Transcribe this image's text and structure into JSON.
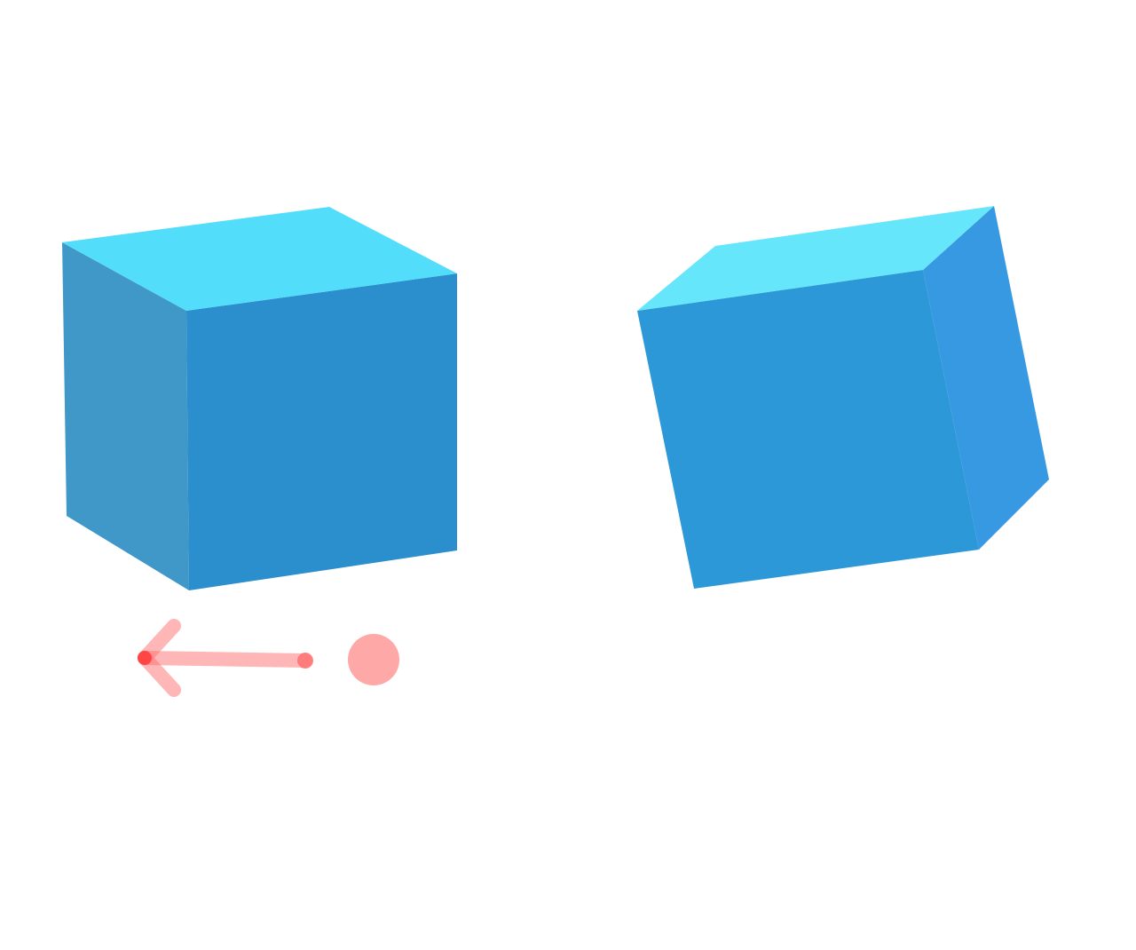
{
  "scene": {
    "background": "#ffffff",
    "cubes": [
      {
        "name": "left-cube",
        "colors": {
          "top": "#52DDFB",
          "left": "#4098C9",
          "front": "#2B8ECD"
        }
      },
      {
        "name": "right-cube",
        "colors": {
          "top": "#66E6FB",
          "front": "#2D98D8",
          "right": "#3899E3"
        }
      }
    ],
    "gesture": {
      "type": "swipe-left",
      "arrow_color": "#FF6E6E",
      "arrow_opacity": 0.5,
      "tip_color": "#FF3B3B",
      "touch_dot_color": "#FF6E6E",
      "touch_dot_opacity": 0.6
    }
  }
}
